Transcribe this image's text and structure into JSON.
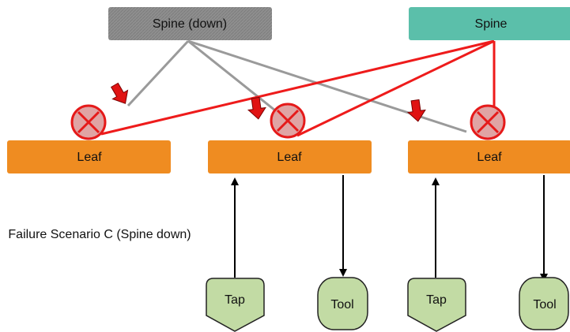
{
  "spine_down": {
    "label": "Spine (down)",
    "status": "down",
    "fill": "#8f8f8f"
  },
  "spine_up": {
    "label": "Spine",
    "status": "up",
    "fill": "#5bbfaa"
  },
  "leaves": [
    {
      "label": "Leaf"
    },
    {
      "label": "Leaf"
    },
    {
      "label": "Leaf"
    }
  ],
  "caption": "Failure Scenario C (Spine down)",
  "taps": [
    {
      "label": "Tap"
    },
    {
      "label": "Tap"
    }
  ],
  "tools": [
    {
      "label": "Tool"
    },
    {
      "label": "Tool"
    }
  ],
  "colors": {
    "leaf_fill": "#ef8c21",
    "failed_link": "#ee1b1b",
    "down_link": "#9a9a9a",
    "device_fill": "#c2dba4",
    "failure_marker_fill": "#e0a4a4",
    "failure_marker_stroke": "#e51a1a"
  },
  "icons": {
    "failure_marker": "x-in-circle-icon",
    "failover_arrow": "down-arrow-icon"
  }
}
